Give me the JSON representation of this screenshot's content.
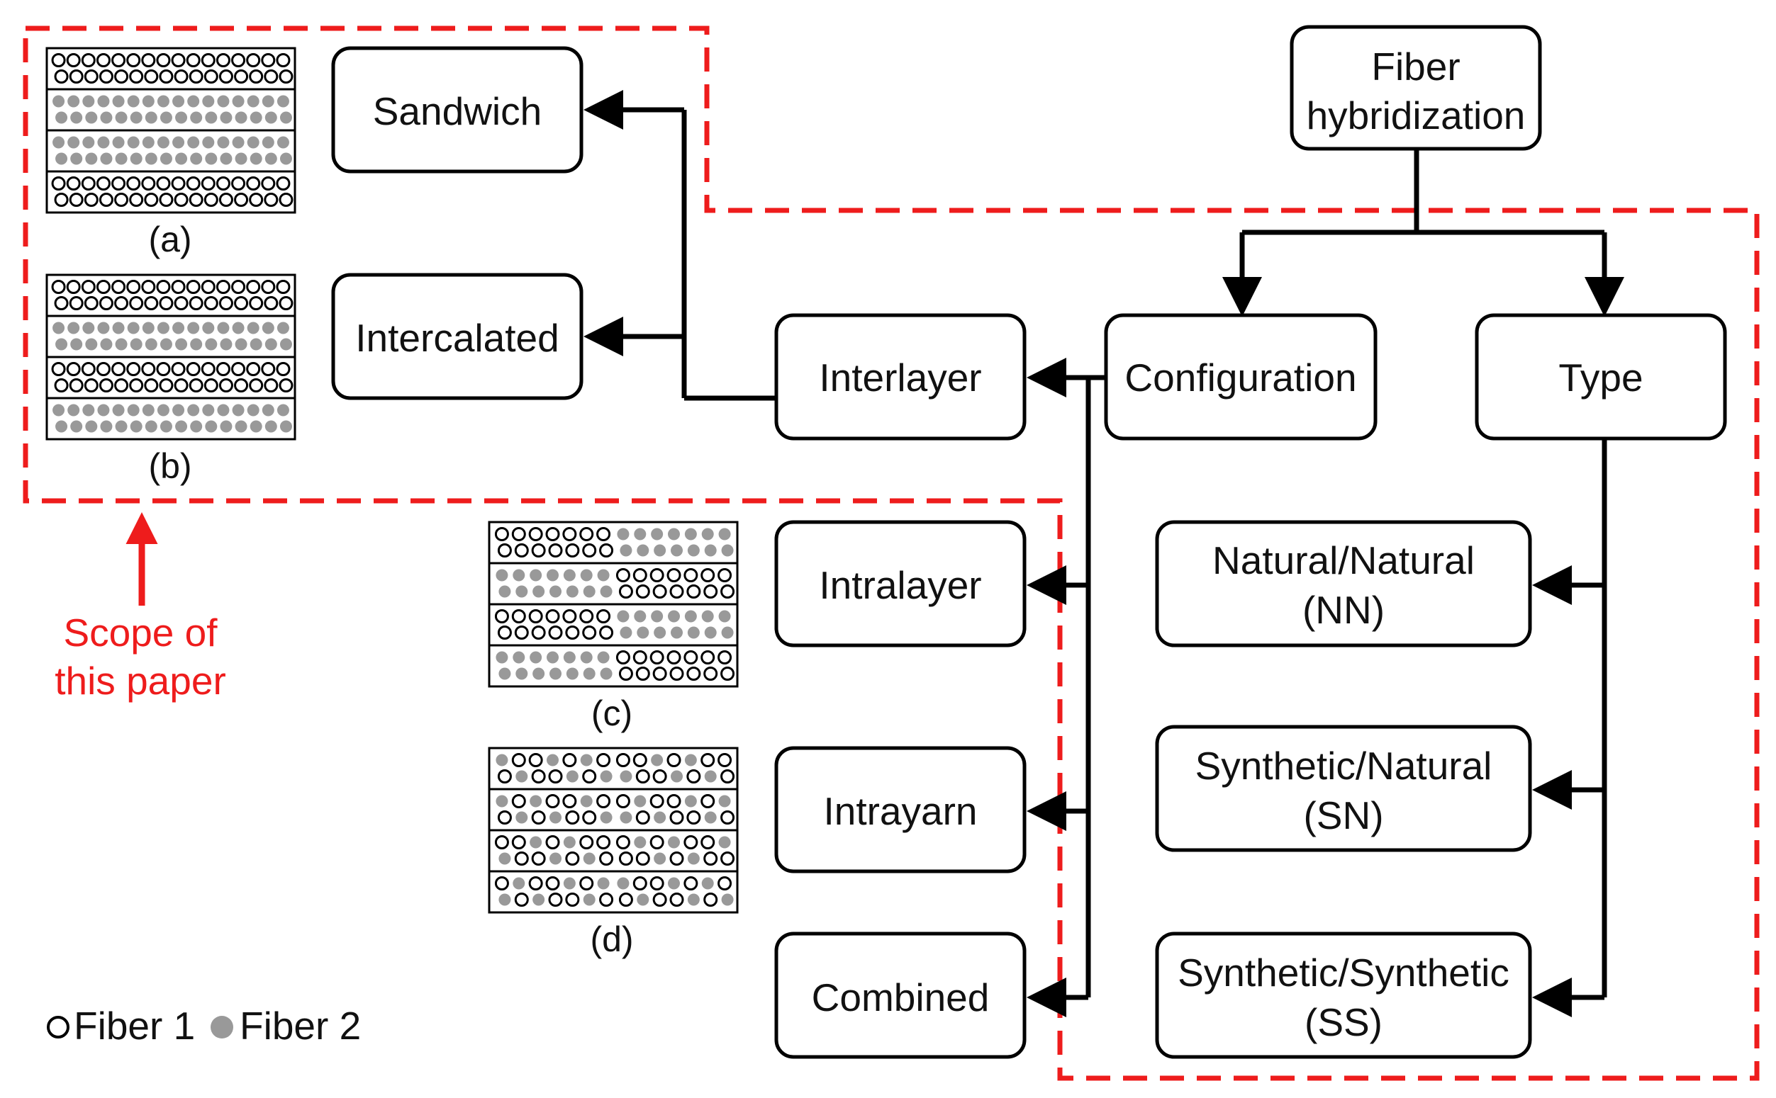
{
  "nodes": {
    "root": [
      "Fiber",
      "hybridization"
    ],
    "configuration": "Configuration",
    "type": "Type",
    "interlayer": "Interlayer",
    "intralayer": "Intralayer",
    "intrayarn": "Intrayarn",
    "combined": "Combined",
    "sandwich": "Sandwich",
    "intercalated": "Intercalated",
    "nn": [
      "Natural/Natural",
      "(NN)"
    ],
    "sn": [
      "Synthetic/Natural",
      "(SN)"
    ],
    "ss": [
      "Synthetic/Synthetic",
      "(SS)"
    ]
  },
  "panels": {
    "a": {
      "caption": "(a)",
      "rows": [
        "open",
        "filled",
        "filled",
        "open"
      ]
    },
    "b": {
      "caption": "(b)",
      "rows": [
        "open",
        "filled",
        "open",
        "filled"
      ]
    },
    "c": {
      "caption": "(c)",
      "rows": [
        "open|filled",
        "filled|open",
        "open|filled",
        "filled|open"
      ]
    },
    "d": {
      "caption": "(d)",
      "rows": [
        "mixed",
        "mixed",
        "mixed",
        "mixed"
      ]
    }
  },
  "scope": {
    "lines": [
      "Scope of",
      "this paper"
    ]
  },
  "legend": {
    "fiber1": "Fiber 1",
    "fiber2": "Fiber 2"
  },
  "colors": {
    "scope": "#ee1c1c",
    "fiber2": "#999999",
    "line": "#000000"
  }
}
